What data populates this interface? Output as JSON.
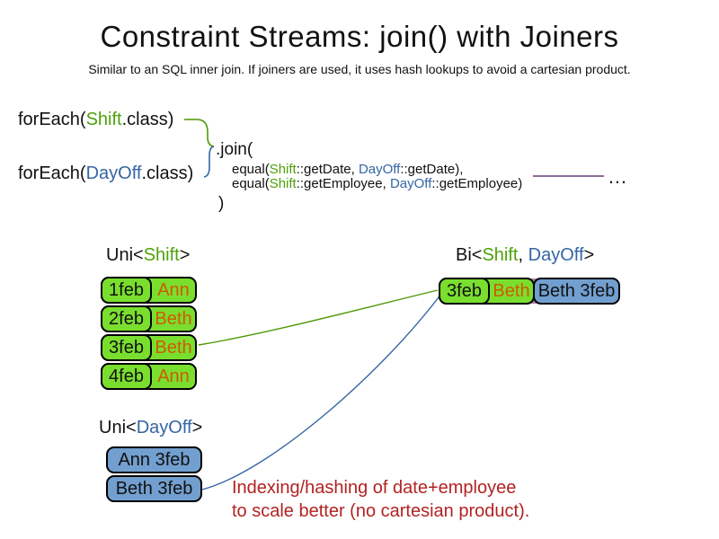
{
  "title": "Constraint Streams: join() with Joiners",
  "subtitle": "Similar to an SQL inner join. If joiners are used, it uses hash lookups to avoid a cartesian product.",
  "code": {
    "foreach_shift": {
      "fn": "forEach(",
      "cls": "Shift",
      "rest": ".class)"
    },
    "foreach_dayoff": {
      "fn": "forEach(",
      "cls": "DayOff",
      "rest": ".class)"
    },
    "join_open": ".join(",
    "joiner_date": {
      "fn": "equal(",
      "left_cls": "Shift",
      "left_rest": "::getDate, ",
      "right_cls": "DayOff",
      "right_rest": "::getDate),"
    },
    "joiner_employee": {
      "fn": "equal(",
      "left_cls": "Shift",
      "left_rest": "::getEmployee, ",
      "right_cls": "DayOff",
      "right_rest": "::getEmployee)"
    },
    "join_close": ")",
    "ellipsis": "…"
  },
  "uni_shift": {
    "label": {
      "prefix": "Uni<",
      "cls": "Shift",
      "suffix": ">"
    },
    "rows": [
      {
        "date": "1feb",
        "employee": "Ann"
      },
      {
        "date": "2feb",
        "employee": "Beth"
      },
      {
        "date": "3feb",
        "employee": "Beth"
      },
      {
        "date": "4feb",
        "employee": "Ann"
      }
    ]
  },
  "uni_dayoff": {
    "label": {
      "prefix": "Uni<",
      "cls": "DayOff",
      "suffix": ">"
    },
    "rows": [
      {
        "text": "Ann 3feb"
      },
      {
        "text": "Beth 3feb"
      }
    ]
  },
  "bi": {
    "label": {
      "prefix": "Bi<",
      "cls1": "Shift",
      "sep": ", ",
      "cls2": "DayOff",
      "suffix": ">"
    },
    "shift": {
      "date": "3feb",
      "employee": "Beth"
    },
    "dayoff": "Beth 3feb"
  },
  "note": {
    "line1": "Indexing/hashing of date+employee",
    "line2": "to scale better (no cartesian product)."
  },
  "colors": {
    "shift_green_text": "#4ea10a",
    "dayoff_blue_text": "#3465a4",
    "employee_orange_text": "#ce5c00",
    "shift_box_green": "#7ade2f",
    "dayoff_box_blue": "#729fcf",
    "tuple_purple": "#ad7fa8",
    "joiner_line_purple": "#8d6c9c",
    "note_red": "#b22222",
    "green_connector": "#4e9a06",
    "blue_connector": "#3465a4"
  }
}
